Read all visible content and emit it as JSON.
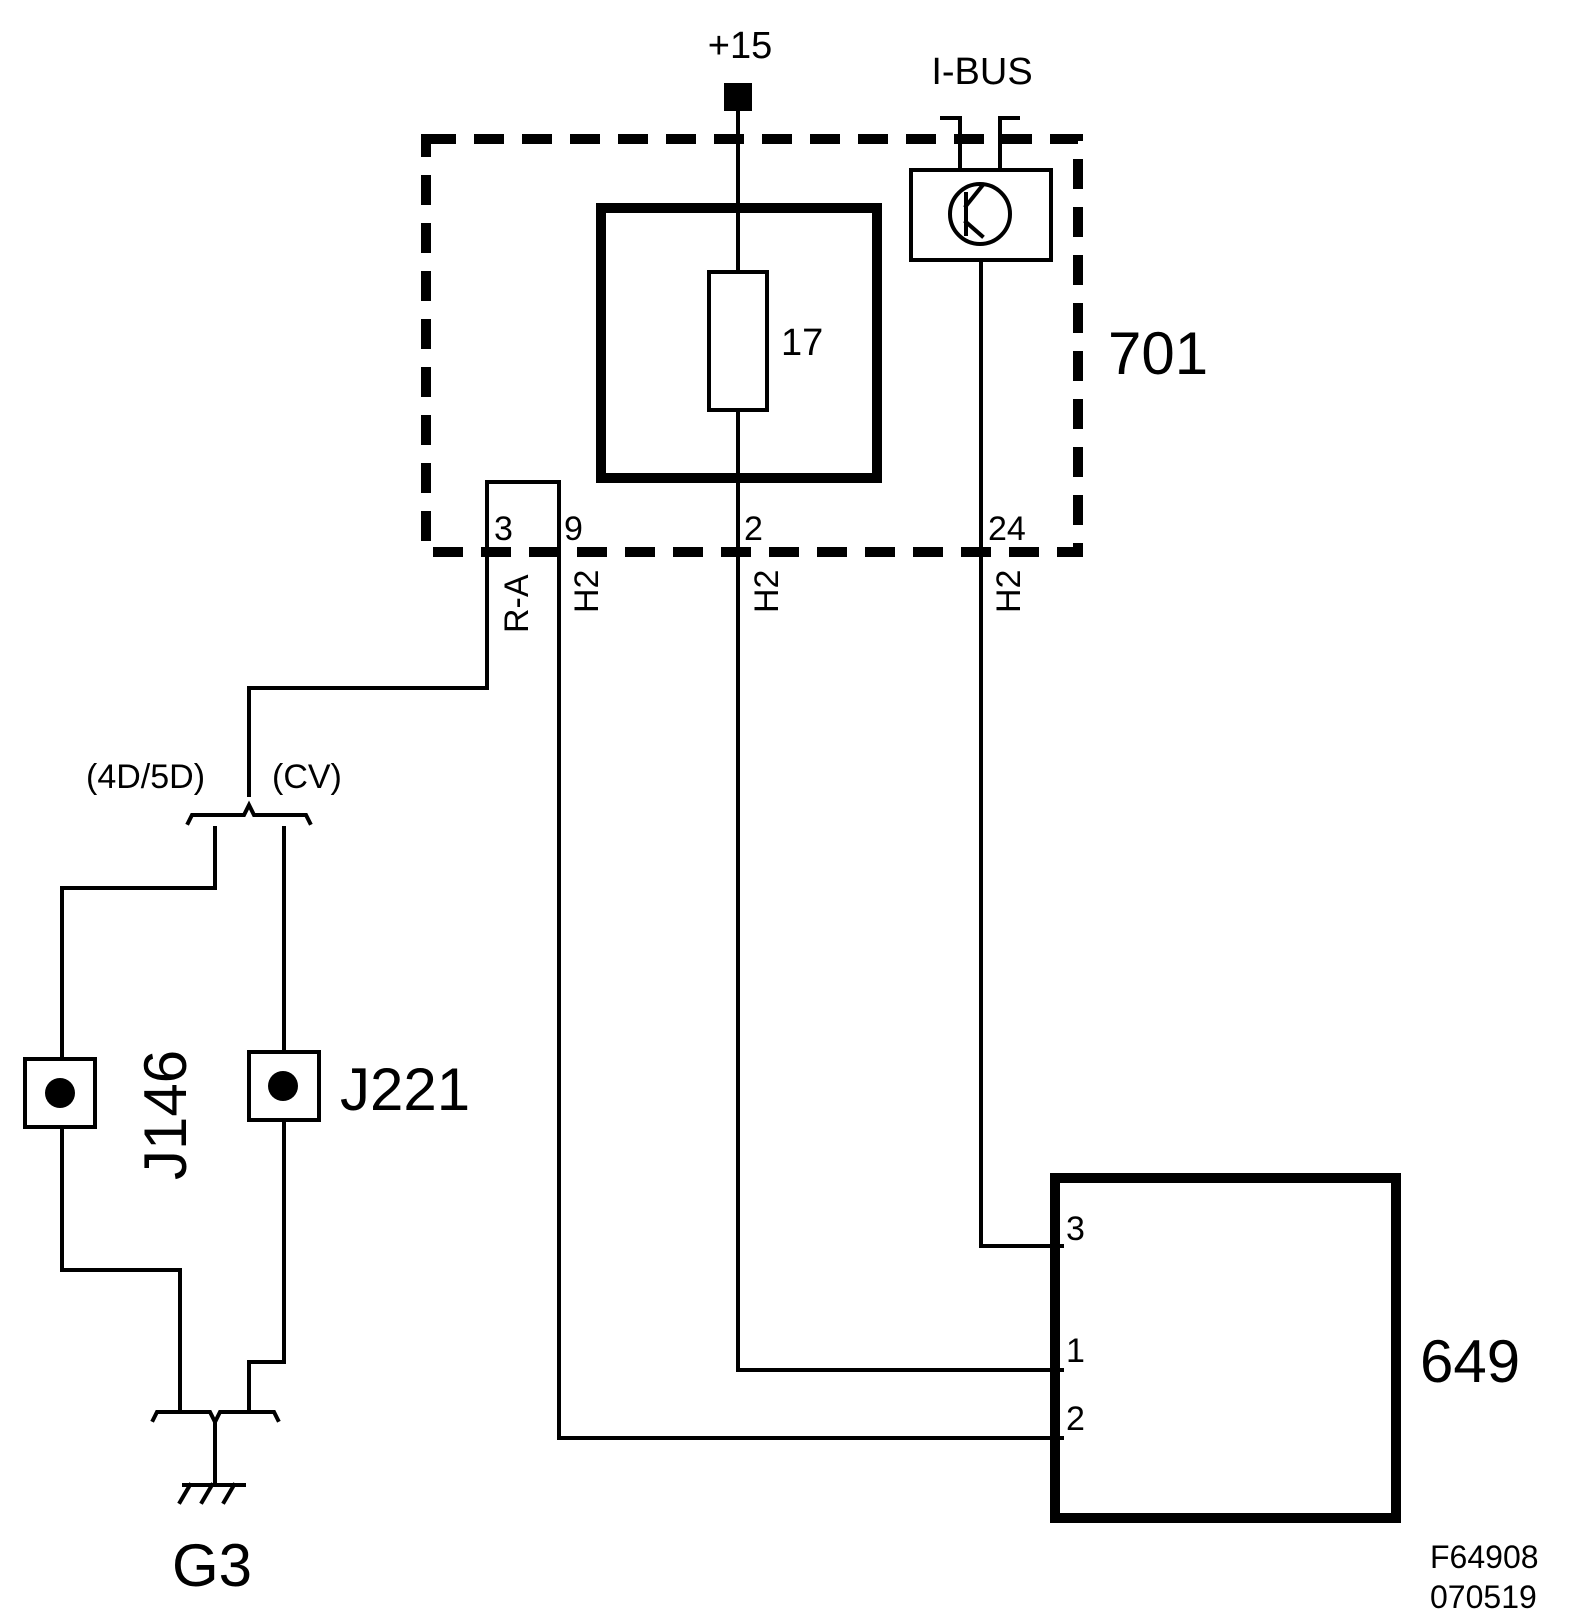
{
  "supply": {
    "label": "+15"
  },
  "bus": {
    "label": "I-BUS"
  },
  "module_701": {
    "id": "701",
    "fuse_label": "17",
    "pins": {
      "p3": "3",
      "p9": "9",
      "p2": "2",
      "p24": "24"
    },
    "wire_colors": {
      "w3": "R-A",
      "w9": "H2",
      "w2": "H2",
      "w24": "H2"
    }
  },
  "variants": {
    "left": "(4D/5D)",
    "right": "(CV)"
  },
  "connectors": {
    "j146": "J146",
    "j221": "J221"
  },
  "ground": {
    "label": "G3"
  },
  "component_649": {
    "id": "649",
    "pins": {
      "p3": "3",
      "p1": "1",
      "p2": "2"
    }
  },
  "figure_code": {
    "line1": "F64908",
    "line2": "070519"
  }
}
